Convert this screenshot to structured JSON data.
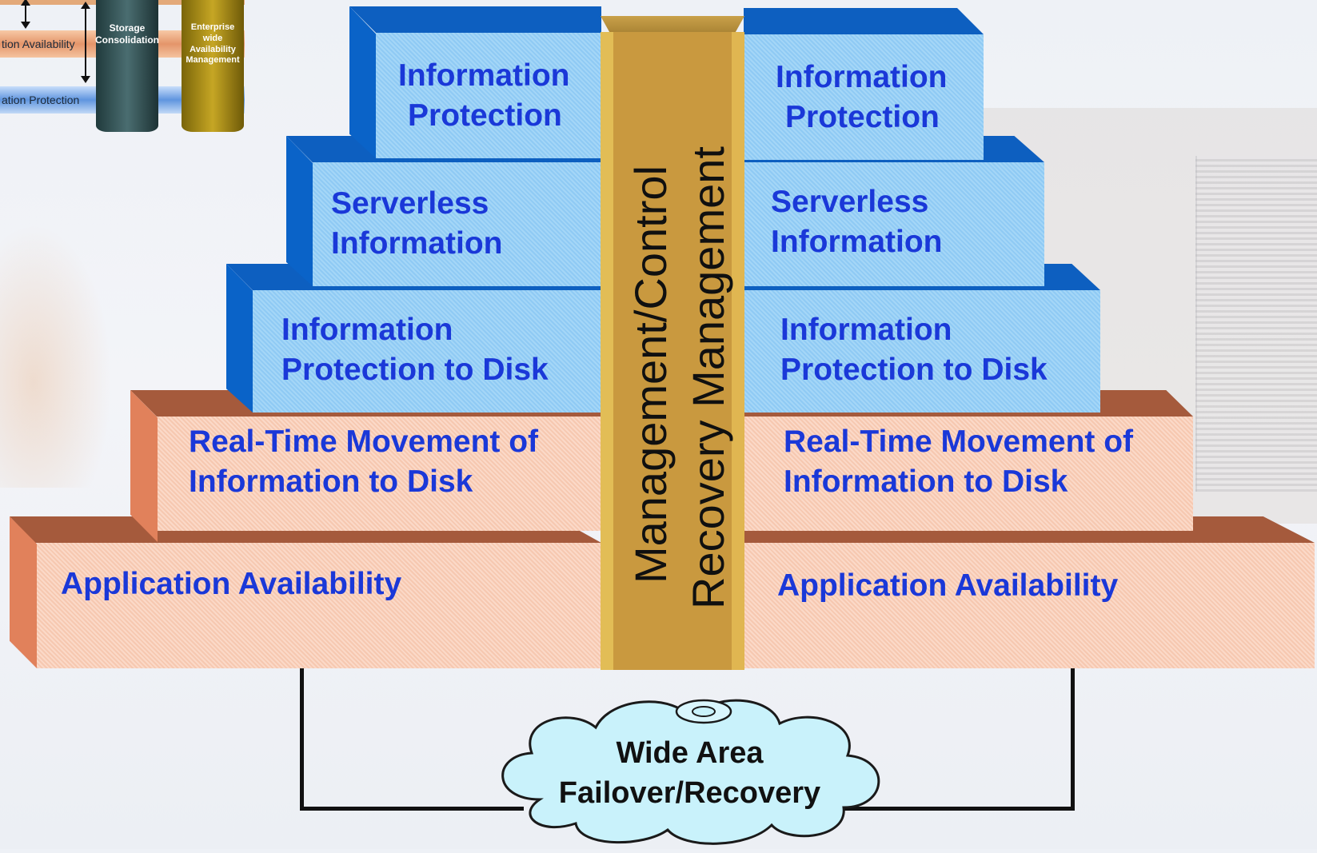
{
  "inset": {
    "band_availability": "tion Availability",
    "band_protection": "ation Protection",
    "cylinder_storage": [
      "Storage",
      "Consolidation"
    ],
    "cylinder_enterprise": [
      "Enterprise",
      "wide",
      "Availability",
      "Management"
    ]
  },
  "column": {
    "line1": "Management/Control",
    "line2": "Recovery Management"
  },
  "left_stack": {
    "level5": [
      "Information",
      "Protection"
    ],
    "level4": [
      "Serverless",
      "Information"
    ],
    "level3": [
      "Information",
      "Protection to Disk"
    ],
    "level2": [
      "Real-Time Movement of",
      "Information to Disk"
    ],
    "level1": "Application Availability"
  },
  "right_stack": {
    "level5": [
      "Information",
      "Protection"
    ],
    "level4": [
      "Serverless",
      "Information"
    ],
    "level3": [
      "Information",
      "Protection to Disk"
    ],
    "level2": [
      "Real-Time Movement of",
      "Information to Disk"
    ],
    "level1": "Application Availability"
  },
  "cloud": [
    "Wide Area",
    "Failover/Recovery"
  ],
  "colors": {
    "box_blue": "#8fcaf4",
    "box_blue_edge": "#0a63c8",
    "box_peach": "#f6c8b0",
    "box_peach_edge": "#e1815b",
    "column_gold": "#c9993f",
    "label_text": "#1a38d8",
    "cloud_fill": "#c9f2fb"
  }
}
